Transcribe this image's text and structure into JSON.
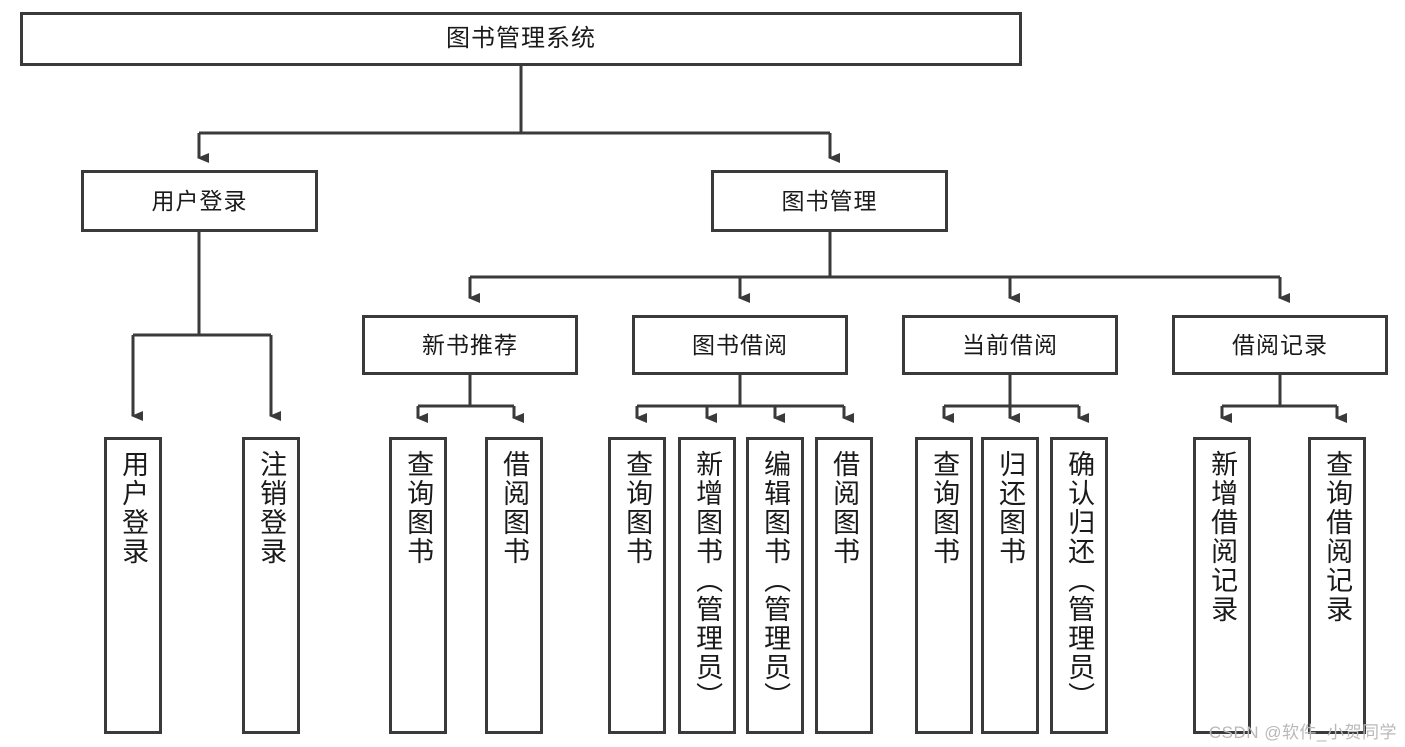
{
  "diagram": {
    "type": "tree",
    "title": "图书管理系统",
    "stroke_color": "#3a3a3a",
    "background_color": "#ffffff",
    "text_color": "#1a1a1a",
    "nodes": {
      "root": {
        "label": "图书管理系统"
      },
      "level2": [
        {
          "id": "user-login",
          "label": "用户登录"
        },
        {
          "id": "book-manage",
          "label": "图书管理"
        }
      ],
      "level3": [
        {
          "id": "new-book-recommend",
          "label": "新书推荐"
        },
        {
          "id": "book-borrow",
          "label": "图书借阅"
        },
        {
          "id": "current-borrow",
          "label": "当前借阅"
        },
        {
          "id": "borrow-record",
          "label": "借阅记录"
        }
      ],
      "leaves": [
        {
          "id": "leaf-user-login",
          "label": "用户登录"
        },
        {
          "id": "leaf-logout-login",
          "label": "注销登录"
        },
        {
          "id": "leaf-query-book-1",
          "label": "查询图书"
        },
        {
          "id": "leaf-borrow-book-1",
          "label": "借阅图书"
        },
        {
          "id": "leaf-query-book-2",
          "label": "查询图书"
        },
        {
          "id": "leaf-add-book",
          "label": "新增图书（管理员）"
        },
        {
          "id": "leaf-edit-book",
          "label": "编辑图书（管理员）"
        },
        {
          "id": "leaf-borrow-book-2",
          "label": "借阅图书"
        },
        {
          "id": "leaf-query-book-3",
          "label": "查询图书"
        },
        {
          "id": "leaf-return-book",
          "label": "归还图书"
        },
        {
          "id": "leaf-confirm-return",
          "label": "确认归还（管理员）"
        },
        {
          "id": "leaf-add-record",
          "label": "新增借阅记录"
        },
        {
          "id": "leaf-query-record",
          "label": "查询借阅记录"
        }
      ]
    }
  },
  "watermark": {
    "text": "CSDN @软件_小贺同学"
  }
}
